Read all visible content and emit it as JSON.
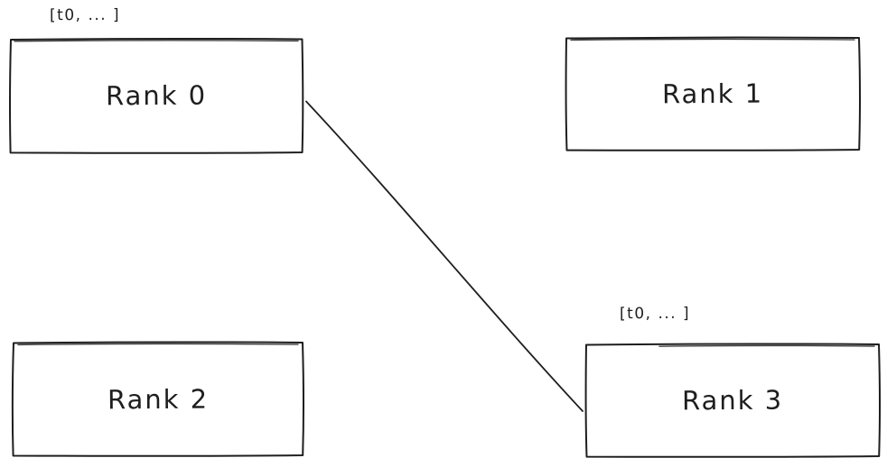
{
  "diagram": {
    "background_color": "#ffffff",
    "stroke_color": "#1e1e1e",
    "style": "hand-drawn sketch (whiteboard)",
    "nodes": [
      {
        "id": "rank0",
        "label": "Rank 0",
        "annotation": "[t0, ... ]",
        "position": "top-left"
      },
      {
        "id": "rank1",
        "label": "Rank 1",
        "annotation": null,
        "position": "top-right"
      },
      {
        "id": "rank2",
        "label": "Rank 2",
        "annotation": null,
        "position": "bottom-left"
      },
      {
        "id": "rank3",
        "label": "Rank 3",
        "annotation": "[t0, ... ]",
        "position": "bottom-right"
      }
    ],
    "edges": [
      {
        "from": "rank0",
        "to": "rank3",
        "type": "straight-line",
        "arrow": "none"
      }
    ]
  }
}
